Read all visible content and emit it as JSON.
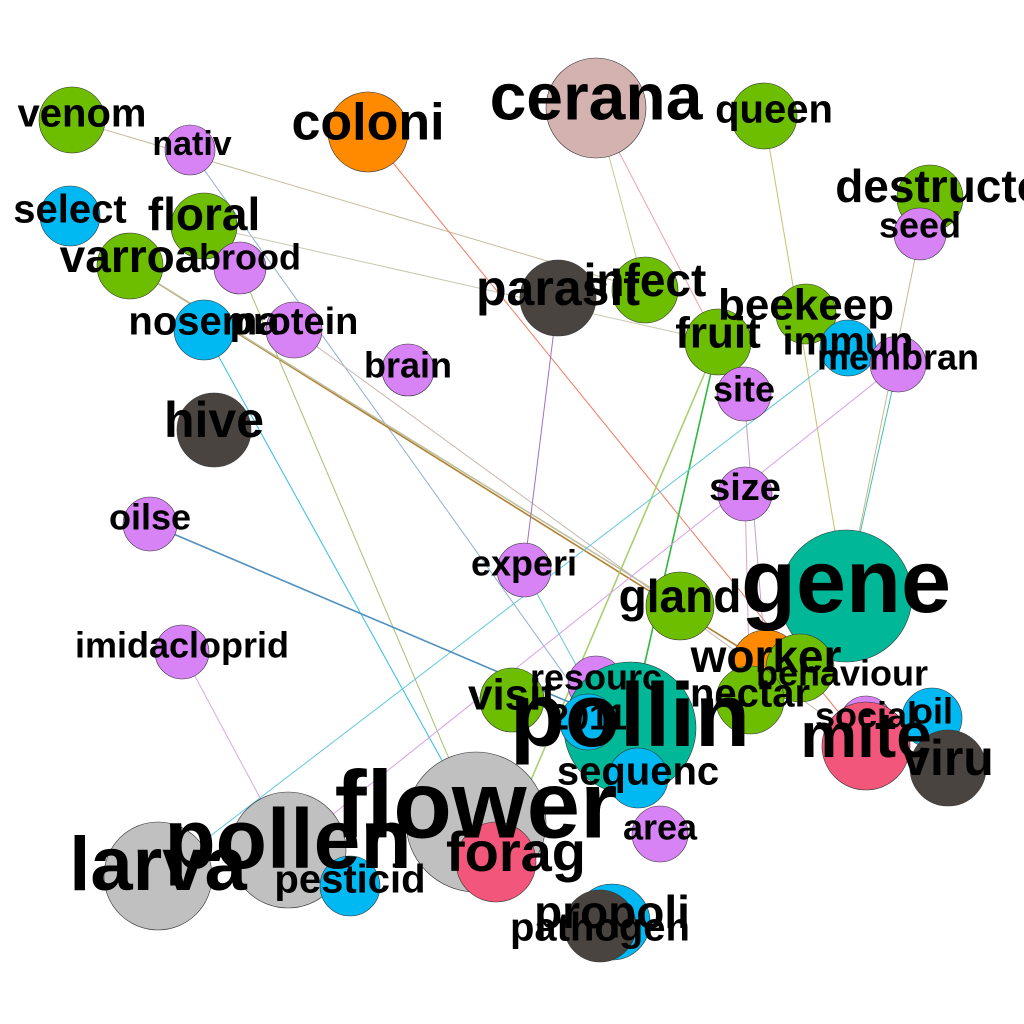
{
  "colors": {
    "green": "#6dbd00",
    "purple": "#d883f5",
    "cyan": "#00b9f2",
    "orange": "#ff8a00",
    "dark": "#4a4440",
    "pink": "#f2577b",
    "teal": "#00b898",
    "gray": "#c0c0c0",
    "rose": "#d3b2b0"
  },
  "nodes": [
    {
      "id": "venom",
      "label": "venom",
      "color": "green"
    },
    {
      "id": "nativ",
      "label": "nativ",
      "color": "purple"
    },
    {
      "id": "coloni",
      "label": "coloni",
      "color": "orange"
    },
    {
      "id": "cerana",
      "label": "cerana",
      "color": "rose"
    },
    {
      "id": "queen",
      "label": "queen",
      "color": "green"
    },
    {
      "id": "destructor",
      "label": "destructo",
      "color": "green"
    },
    {
      "id": "seed",
      "label": "seed",
      "color": "purple"
    },
    {
      "id": "select",
      "label": "select",
      "color": "cyan"
    },
    {
      "id": "floral",
      "label": "floral",
      "color": "green"
    },
    {
      "id": "varroa",
      "label": "varroa",
      "color": "green"
    },
    {
      "id": "brood",
      "label": "brood",
      "color": "purple"
    },
    {
      "id": "parasit",
      "label": "parasit",
      "color": "dark"
    },
    {
      "id": "infect",
      "label": "infect",
      "color": "green"
    },
    {
      "id": "beekeep",
      "label": "beekeep",
      "color": "green"
    },
    {
      "id": "fruit",
      "label": "fruit",
      "color": "green"
    },
    {
      "id": "immun",
      "label": "immun",
      "color": "cyan"
    },
    {
      "id": "membran",
      "label": "membran",
      "color": "purple"
    },
    {
      "id": "nosema",
      "label": "nosema",
      "color": "cyan"
    },
    {
      "id": "protein",
      "label": "protein",
      "color": "purple"
    },
    {
      "id": "brain",
      "label": "brain",
      "color": "purple"
    },
    {
      "id": "site",
      "label": "site",
      "color": "purple"
    },
    {
      "id": "hive",
      "label": "hive",
      "color": "dark"
    },
    {
      "id": "size",
      "label": "size",
      "color": "purple"
    },
    {
      "id": "oilse",
      "label": "oilse",
      "color": "purple"
    },
    {
      "id": "experi",
      "label": "experi",
      "color": "purple"
    },
    {
      "id": "gene",
      "label": "gene",
      "color": "teal"
    },
    {
      "id": "gland",
      "label": "gland",
      "color": "green"
    },
    {
      "id": "worker",
      "label": "worker",
      "color": "orange"
    },
    {
      "id": "behavior",
      "label": "behaviour",
      "color": "green"
    },
    {
      "id": "imidacloprid",
      "label": "imidacloprid",
      "color": "purple"
    },
    {
      "id": "resourc",
      "label": "resourc",
      "color": "purple"
    },
    {
      "id": "nectar",
      "label": "nectar",
      "color": "green"
    },
    {
      "id": "visit",
      "label": "visit",
      "color": "green"
    },
    {
      "id": "pollin",
      "label": "pollin",
      "color": "teal"
    },
    {
      "id": "n2011",
      "label": "2011",
      "color": "cyan"
    },
    {
      "id": "social",
      "label": "social",
      "color": "purple"
    },
    {
      "id": "oil",
      "label": "oil",
      "color": "cyan"
    },
    {
      "id": "mite",
      "label": "mite",
      "color": "pink"
    },
    {
      "id": "viru",
      "label": "viru",
      "color": "dark"
    },
    {
      "id": "sequenc",
      "label": "sequenc",
      "color": "cyan"
    },
    {
      "id": "area",
      "label": "area",
      "color": "purple"
    },
    {
      "id": "flower",
      "label": "flower",
      "color": "gray"
    },
    {
      "id": "pollen",
      "label": "pollen",
      "color": "gray"
    },
    {
      "id": "larva",
      "label": "larva",
      "color": "gray"
    },
    {
      "id": "forag",
      "label": "forag",
      "color": "pink"
    },
    {
      "id": "pesticid",
      "label": "pesticid",
      "color": "cyan"
    },
    {
      "id": "propoli",
      "label": "propoli",
      "color": "cyan"
    },
    {
      "id": "pathogen",
      "label": "pathogen",
      "color": "dark"
    }
  ],
  "edges": [
    {
      "source": "venom",
      "target": "infect",
      "color": "#c8bb9a"
    },
    {
      "source": "nativ",
      "target": "sequenc",
      "color": "#8fb0d6"
    },
    {
      "source": "coloni",
      "target": "mite",
      "color": "#f07a60"
    },
    {
      "source": "cerana",
      "target": "infect",
      "color": "#bcd08f"
    },
    {
      "source": "cerana",
      "target": "fruit",
      "color": "#f0a0b0"
    },
    {
      "source": "queen",
      "target": "gene",
      "color": "#c8c070"
    },
    {
      "source": "seed",
      "target": "gene",
      "color": "#c8b890"
    },
    {
      "source": "varroa",
      "target": "worker",
      "color": "#b08030"
    },
    {
      "source": "varroa",
      "target": "gland",
      "color": "#c0c0a0"
    },
    {
      "source": "floral",
      "target": "fruit",
      "color": "#c8c8b0"
    },
    {
      "source": "brood",
      "target": "flower",
      "color": "#a8c070"
    },
    {
      "source": "nosema",
      "target": "flower",
      "color": "#30c0e0"
    },
    {
      "source": "protein",
      "target": "mite",
      "color": "#c8b8b0"
    },
    {
      "source": "parasit",
      "target": "experi",
      "color": "#a070c0"
    },
    {
      "source": "fruit",
      "target": "pollin",
      "color": "#30b840"
    },
    {
      "source": "fruit",
      "target": "forag",
      "color": "#a8d070"
    },
    {
      "source": "immun",
      "target": "larva",
      "color": "#60c8e0"
    },
    {
      "source": "membran",
      "target": "pollen",
      "color": "#d8a0e8"
    },
    {
      "source": "membran",
      "target": "gene",
      "color": "#40c0b0"
    },
    {
      "source": "oilse",
      "target": "pollin",
      "color": "#5090c0"
    },
    {
      "source": "imidacloprid",
      "target": "pollen",
      "color": "#d8a8e8"
    },
    {
      "source": "size",
      "target": "nectar",
      "color": "#e0a0c8"
    },
    {
      "source": "site",
      "target": "worker",
      "color": "#c0a0d0"
    },
    {
      "source": "experi",
      "target": "sequenc",
      "color": "#60c8e0"
    }
  ]
}
